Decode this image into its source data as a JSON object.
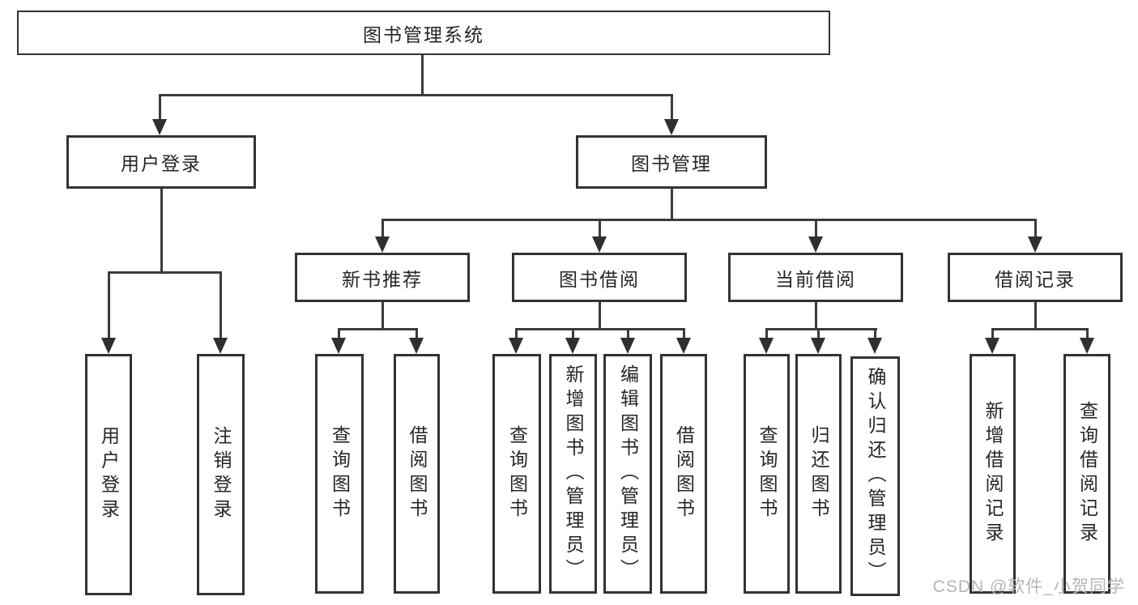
{
  "diagram_type": "hierarchy-tree",
  "colors": {
    "background": "#ffffff",
    "box_border": "#333333",
    "connector_line": "#3b3b3b",
    "arrowhead": "#2f2f2f",
    "text": "#262626",
    "watermark": "#b5b5b5"
  },
  "tree": {
    "root": {
      "label": "图书管理系统",
      "children": [
        {
          "label": "用户登录",
          "children": [
            {
              "label": "用户登录"
            },
            {
              "label": "注销登录"
            }
          ]
        },
        {
          "label": "图书管理",
          "children": [
            {
              "label": "新书推荐",
              "children": [
                {
                  "label": "查询图书"
                },
                {
                  "label": "借阅图书"
                }
              ]
            },
            {
              "label": "图书借阅",
              "children": [
                {
                  "label": "查询图书"
                },
                {
                  "label": "新增图书（管理员）"
                },
                {
                  "label": "编辑图书（管理员）"
                },
                {
                  "label": "借阅图书"
                }
              ]
            },
            {
              "label": "当前借阅",
              "children": [
                {
                  "label": "查询图书"
                },
                {
                  "label": "归还图书"
                },
                {
                  "label": "确认归还（管理员）"
                }
              ]
            },
            {
              "label": "借阅记录",
              "children": [
                {
                  "label": "新增借阅记录"
                },
                {
                  "label": "查询借阅记录"
                }
              ]
            }
          ]
        }
      ]
    }
  },
  "watermark": {
    "text": "CSDN @软件_小贺同学"
  }
}
